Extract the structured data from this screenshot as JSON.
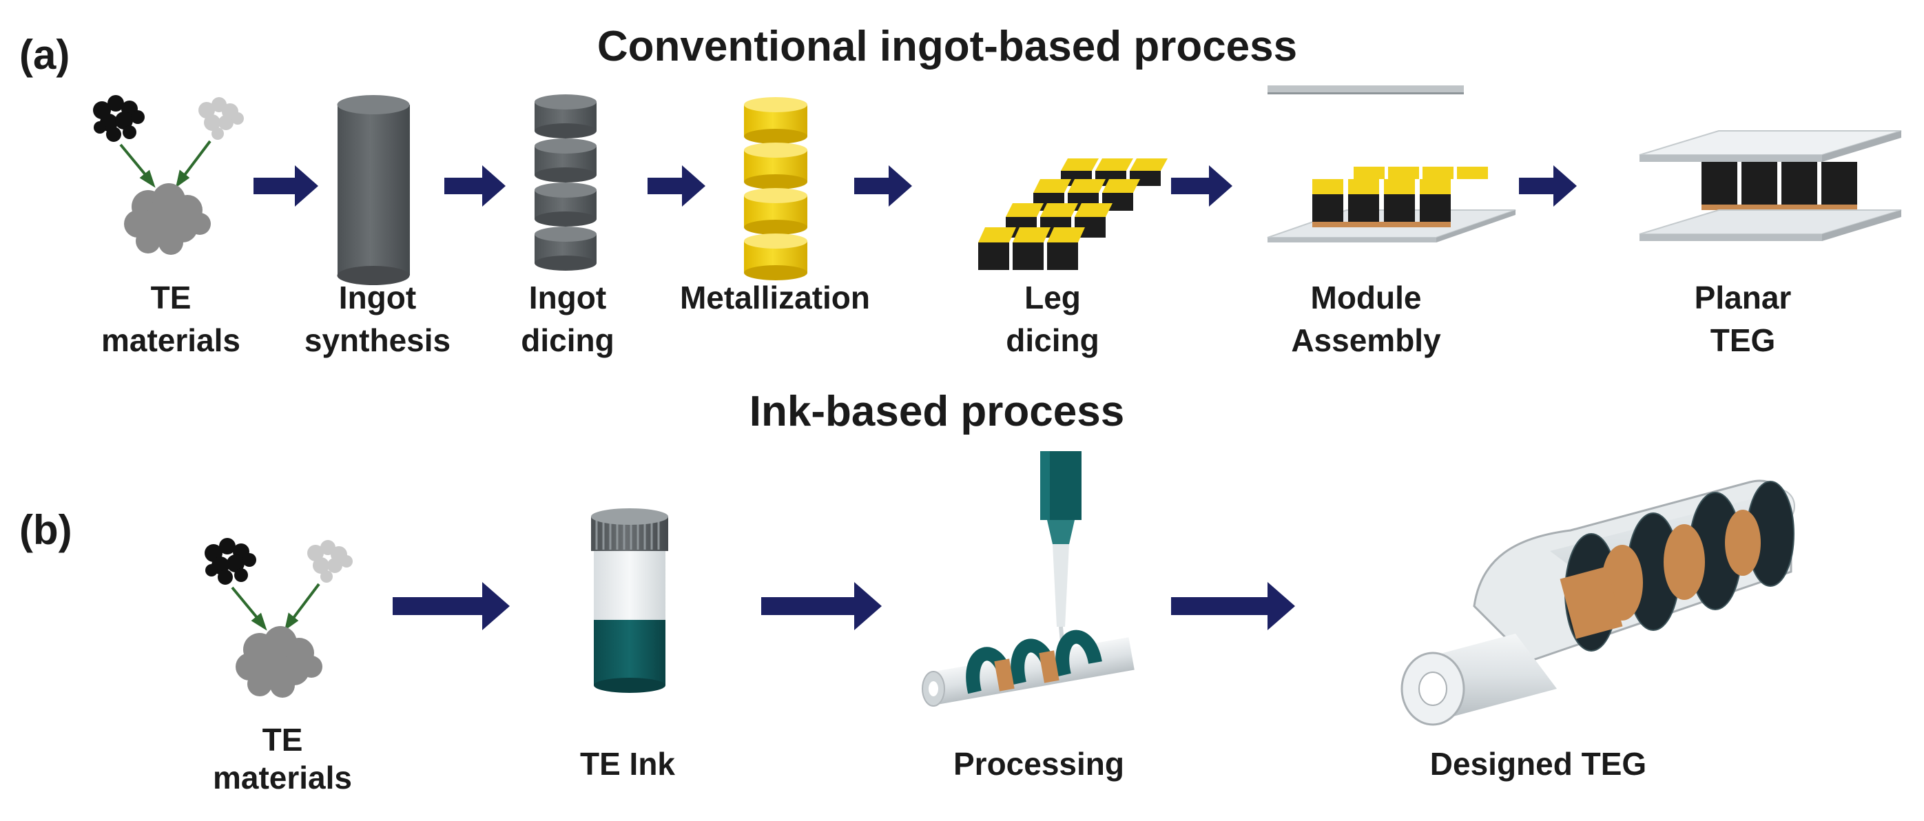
{
  "panel_a": {
    "label": "(a)",
    "title": "Conventional ingot-based process",
    "steps": [
      {
        "name": "te-materials",
        "lines": [
          "TE",
          "materials"
        ]
      },
      {
        "name": "ingot-synthesis",
        "lines": [
          "Ingot",
          "synthesis"
        ]
      },
      {
        "name": "ingot-dicing",
        "lines": [
          "Ingot",
          "dicing"
        ]
      },
      {
        "name": "metallization",
        "lines": [
          "Metallization"
        ]
      },
      {
        "name": "leg-dicing",
        "lines": [
          "Leg",
          "dicing"
        ]
      },
      {
        "name": "module-assembly",
        "lines": [
          "Module",
          "Assembly"
        ]
      },
      {
        "name": "planar-teg",
        "lines": [
          "Planar",
          "TEG"
        ]
      }
    ]
  },
  "panel_b": {
    "label": "(b)",
    "title": "Ink-based process",
    "steps": [
      {
        "name": "te-materials",
        "lines": [
          "TE",
          "materials"
        ]
      },
      {
        "name": "te-ink",
        "lines": [
          "TE Ink"
        ]
      },
      {
        "name": "processing",
        "lines": [
          "Processing"
        ]
      },
      {
        "name": "designed-teg",
        "lines": [
          "Designed TEG"
        ]
      }
    ]
  },
  "colors": {
    "arrow": "#1c2163",
    "ingot_gray": "#5d6265",
    "metal_yellow": "#f2d21a",
    "leg_black": "#1d1d1d",
    "ink_teal": "#0f5a5c",
    "copper": "#c8894f",
    "substrate": "#e4e8eb",
    "text": "#1a1a1a"
  }
}
